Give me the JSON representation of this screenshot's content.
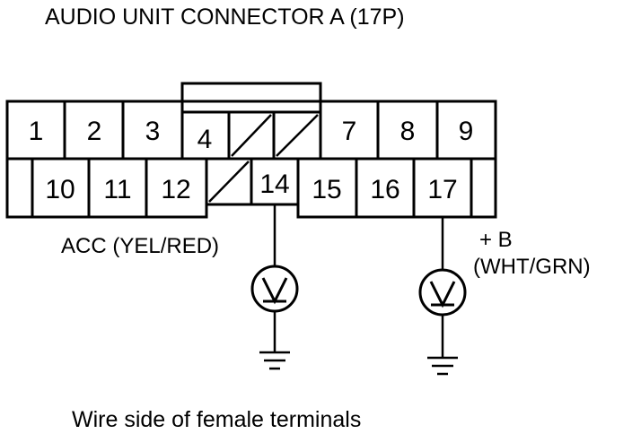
{
  "title": "AUDIO UNIT CONNECTOR A (17P)",
  "caption": "Wire side of female terminals",
  "pins": {
    "p1": "1",
    "p2": "2",
    "p3": "3",
    "p4": "4",
    "p7": "7",
    "p8": "8",
    "p9": "9",
    "p10": "10",
    "p11": "11",
    "p12": "12",
    "p14": "14",
    "p15": "15",
    "p16": "16",
    "p17": "17"
  },
  "wires": {
    "acc_label": "ACC (YEL/RED)",
    "b_label": "+ B",
    "b_color": "(WHT/GRN)"
  },
  "icons": {
    "meter": "voltmeter-icon",
    "ground": "ground-icon"
  }
}
